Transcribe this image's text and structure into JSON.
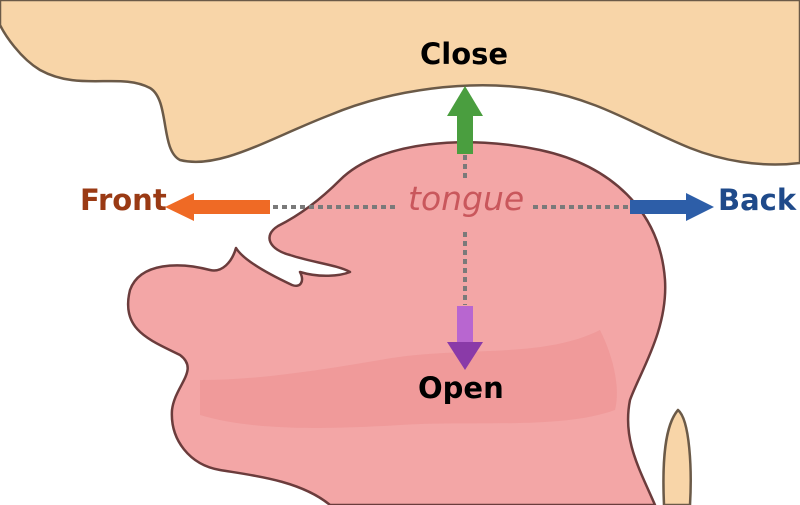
{
  "labels": {
    "close": "Close",
    "open": "Open",
    "front": "Front",
    "back": "Back",
    "tongue": "tongue"
  },
  "colors": {
    "palate": "#f8d5a8",
    "palate_outline": "#6b5a48",
    "tongue_fill": "#f3a6a6",
    "tongue_shade": "#ec9090",
    "tongue_outline": "#6b3c3c",
    "tongue_text": "#c9575c",
    "close_arrow": "#4a9e3f",
    "open_arrow": "#8a3aa8",
    "front_arrow": "#ef6a25",
    "back_arrow": "#2d5ea8",
    "front_text": "#9a3a14",
    "back_text": "#1f4a8a",
    "dotted": "#7a7a7a"
  }
}
